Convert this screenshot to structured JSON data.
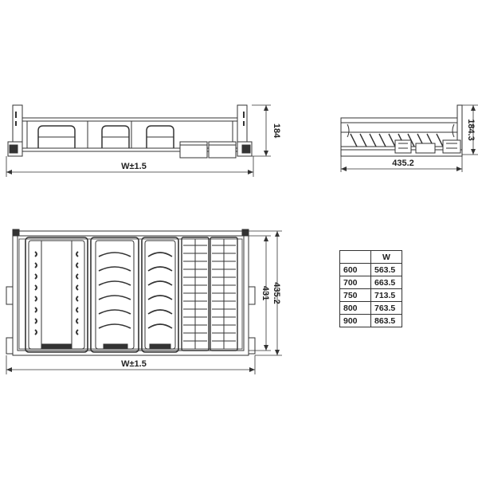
{
  "dimensions": {
    "front_height": "184",
    "front_width": "W±1.5",
    "side_height": "184.3",
    "side_depth": "435.2",
    "top_depth_inner": "431",
    "top_depth_outer": "435.2",
    "top_width": "W±1.5"
  },
  "size_table": {
    "header": [
      "",
      "W"
    ],
    "rows": [
      [
        "600",
        "563.5"
      ],
      [
        "700",
        "663.5"
      ],
      [
        "750",
        "713.5"
      ],
      [
        "800",
        "763.5"
      ],
      [
        "900",
        "863.5"
      ]
    ]
  }
}
